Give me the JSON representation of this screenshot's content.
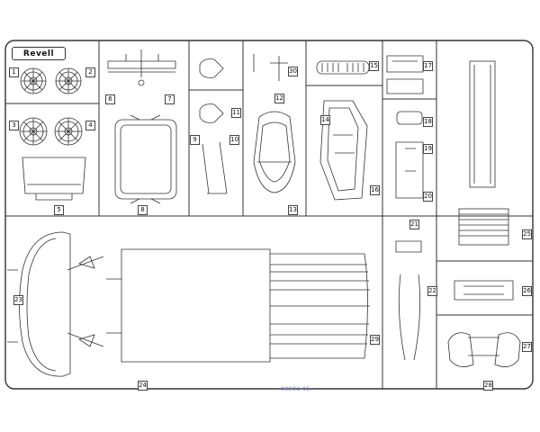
{
  "sheet": {
    "brand_logo": "Revell",
    "code": "08901-05",
    "part_numbers": [
      "1",
      "2",
      "3",
      "4",
      "5",
      "6",
      "7",
      "8",
      "9",
      "10",
      "11",
      "12",
      "13",
      "14",
      "15",
      "16",
      "17",
      "18",
      "19",
      "20",
      "21",
      "22",
      "23",
      "24",
      "25",
      "26",
      "27",
      "28",
      "29",
      "30"
    ]
  }
}
